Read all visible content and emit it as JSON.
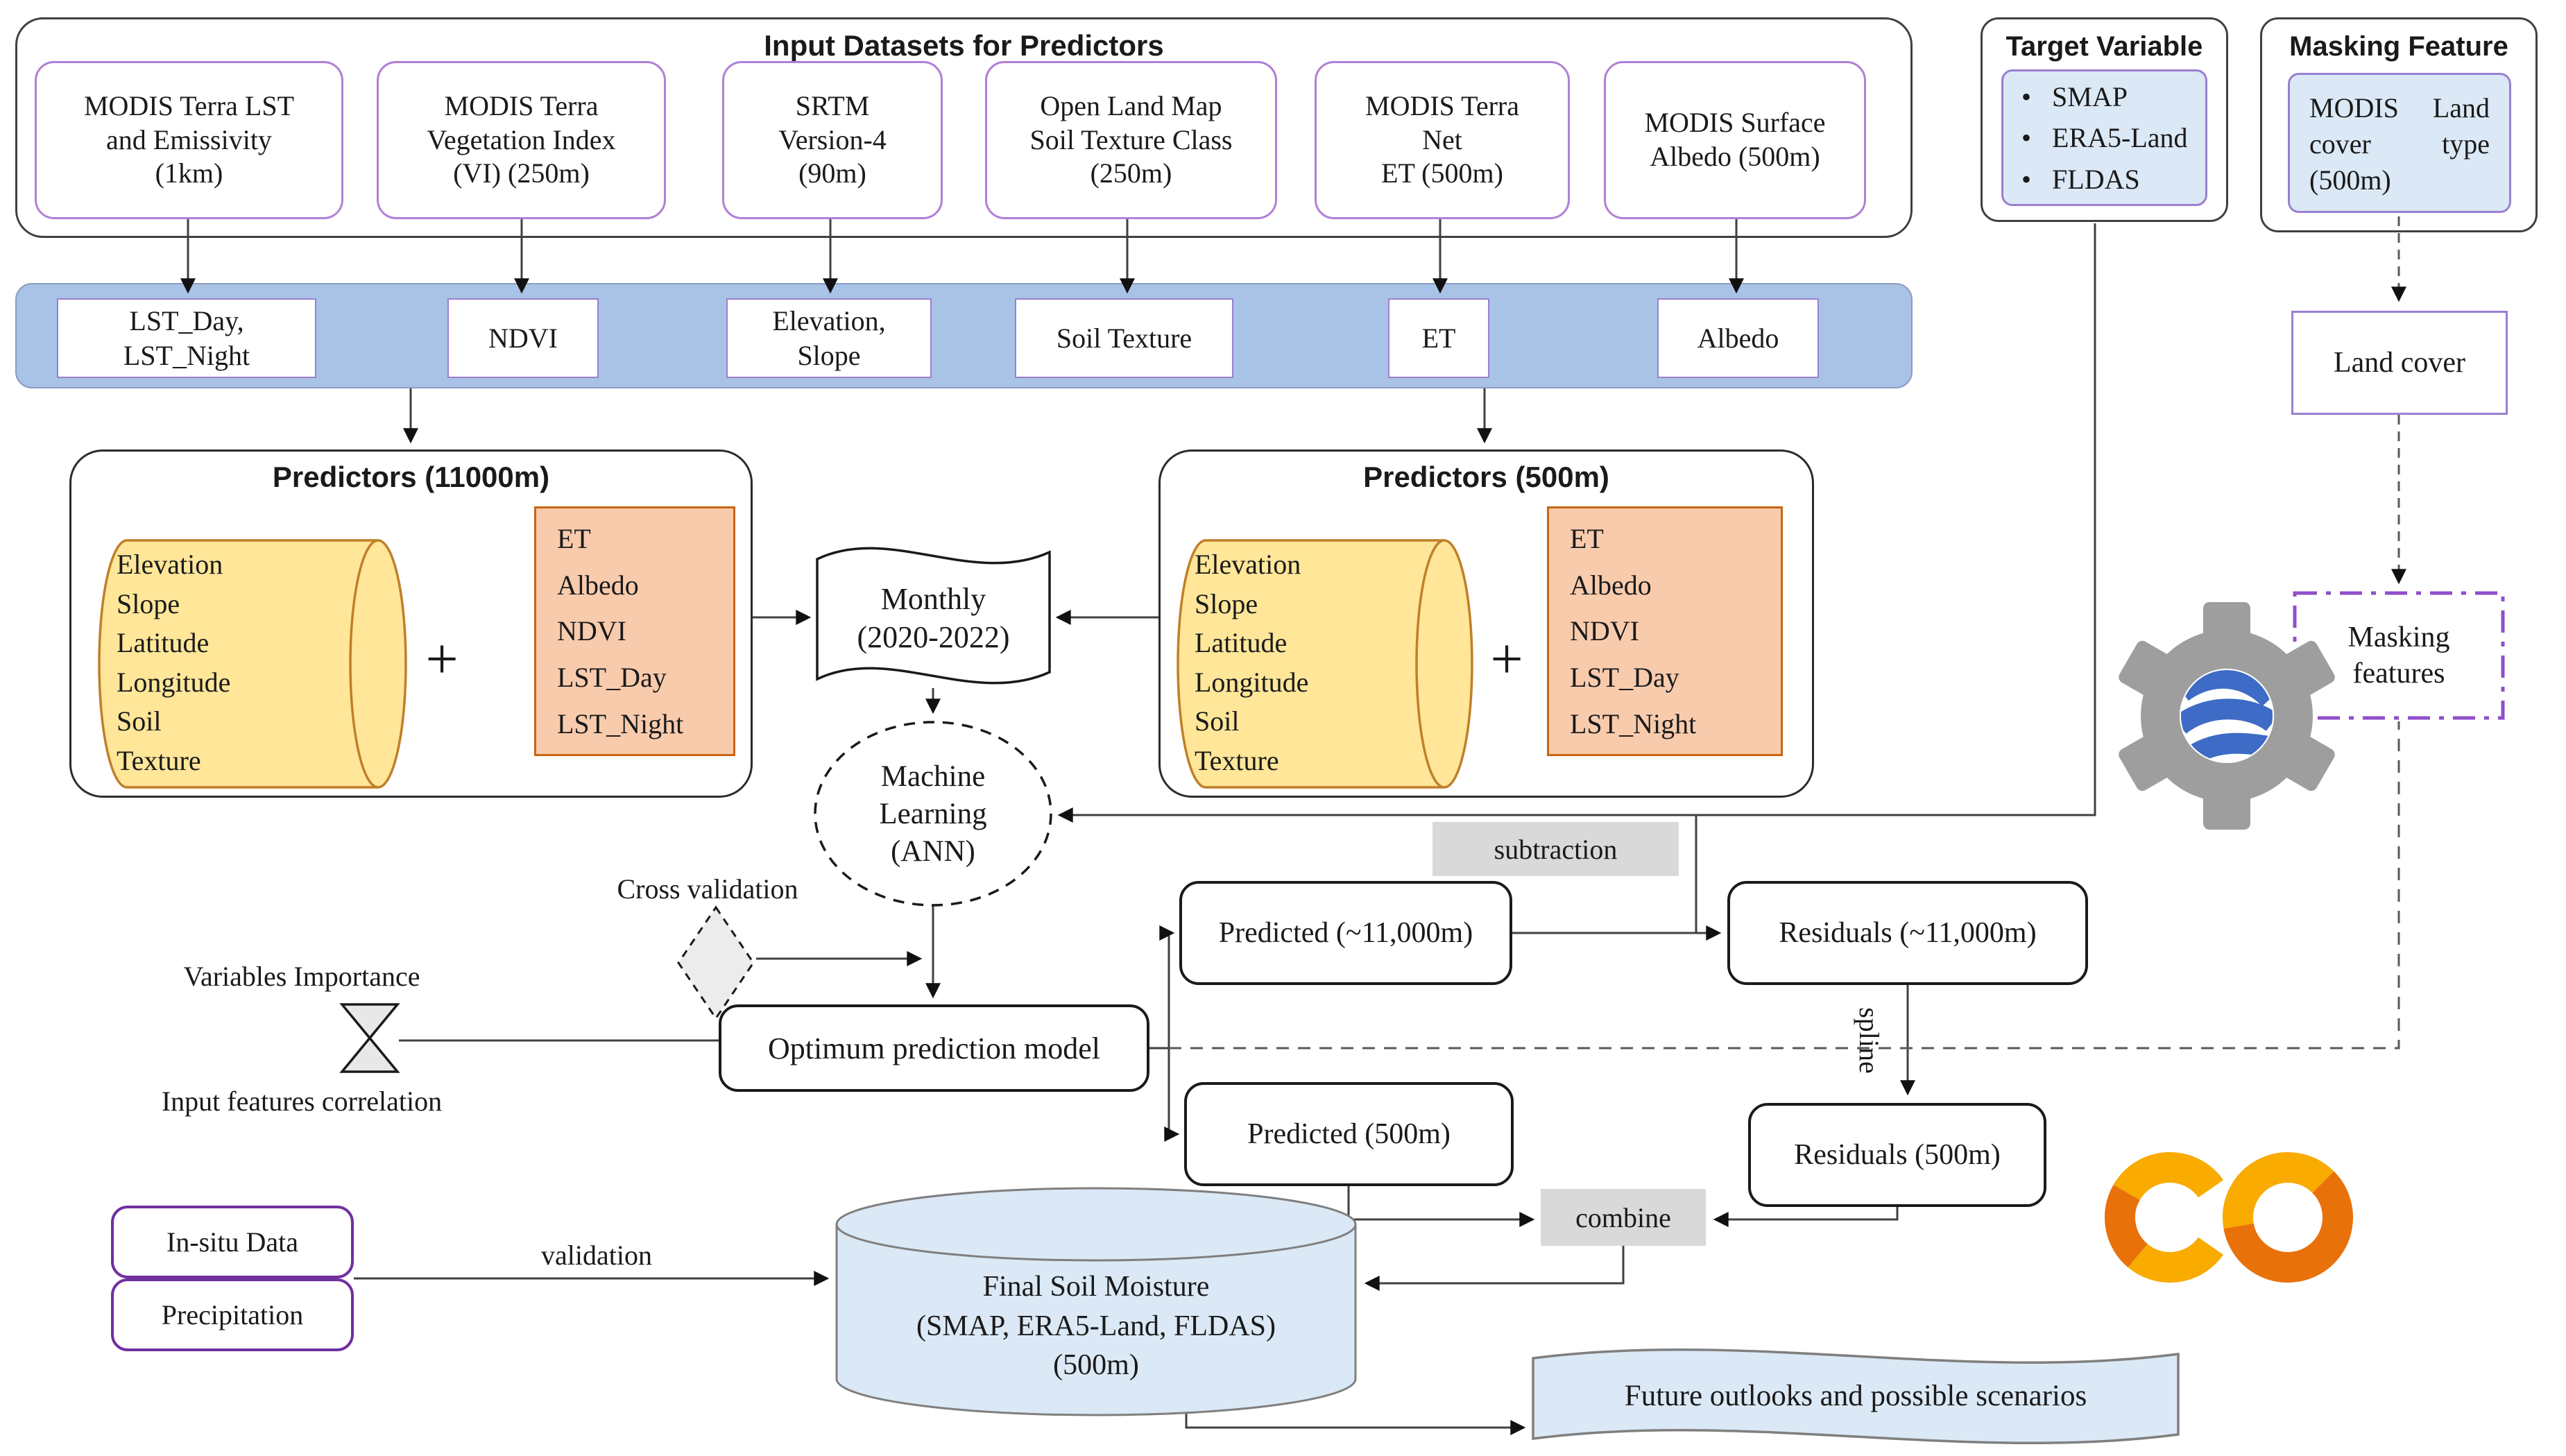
{
  "input": {
    "title": "Input Datasets for Predictors",
    "datasets": [
      "MODIS Terra LST\nand Emissivity\n(1km)",
      "MODIS Terra\nVegetation Index\n(VI) (250m)",
      "SRTM\nVersion-4\n(90m)",
      "Open Land Map\nSoil Texture Class\n(250m)",
      "MODIS Terra\nNet\nET (500m)",
      "MODIS Surface\nAlbedo (500m)"
    ]
  },
  "band": {
    "labels": [
      "LST_Day,\nLST_Night",
      "NDVI",
      "Elevation,\nSlope",
      "Soil Texture",
      "ET",
      "Albedo"
    ]
  },
  "target": {
    "title": "Target Variable",
    "bullet": "•",
    "items": [
      "SMAP",
      "ERA5-Land",
      "FLDAS"
    ]
  },
  "masking": {
    "title": "Masking Feature",
    "source": "MODIS Land cover type (500m)",
    "land_cover": "Land cover",
    "features": "Masking\nfeatures"
  },
  "coarse": {
    "title": "Predictors (11000m)",
    "static": [
      "Elevation",
      "Slope",
      "Latitude",
      "Longitude",
      "Soil",
      "Texture"
    ],
    "plus": "+",
    "dynamic": [
      "ET",
      "Albedo",
      "NDVI",
      "LST_Day",
      "LST_Night"
    ]
  },
  "fine": {
    "title": "Predictors (500m)",
    "static": [
      "Elevation",
      "Slope",
      "Latitude",
      "Longitude",
      "Soil",
      "Texture"
    ],
    "plus": "+",
    "dynamic": [
      "ET",
      "Albedo",
      "NDVI",
      "LST_Day",
      "LST_Night"
    ]
  },
  "flow": {
    "monthly": "Monthly\n(2020-2022)",
    "ann": "Machine\nLearning\n(ANN)",
    "cross_validation": "Cross validation",
    "optimum": "Optimum prediction model",
    "variables_importance": "Variables Importance",
    "input_features_correlation": "Input features correlation",
    "predicted_coarse": "Predicted (~11,000m)",
    "residuals_coarse": "Residuals (~11,000m)",
    "predicted_fine": "Predicted (500m)",
    "residuals_fine": "Residuals (500m)",
    "subtraction": "subtraction",
    "spline": "spline",
    "combine": "combine"
  },
  "validation_section": {
    "in_situ": "In-situ Data",
    "precipitation": "Precipitation",
    "validation": "validation"
  },
  "output": {
    "final": "Final Soil Moisture\n(SMAP, ERA5-Land, FLDAS)\n(500m)",
    "future": "Future outlooks and possible scenarios"
  },
  "icons": {
    "gee": "google-earth-engine-logo",
    "colab": "google-colab-logo"
  },
  "colors": {
    "band_fill": "#a9c3e6",
    "light_blue": "#dbe8f5",
    "yellow_fill": "#ffe699",
    "yellow_border": "#c07f28",
    "orange_fill": "#f8cbad",
    "orange_border": "#c9650f",
    "purple_light": "#b07fd6",
    "purple_mid": "#9a7fd0",
    "purple_dark": "#7030a0",
    "gray_label": "#d9d9d9",
    "gee_gray": "#9e9e9e",
    "gee_blue": "#3d6bc5",
    "colab_amber": "#F9AB00",
    "colab_orange": "#E8710A"
  }
}
